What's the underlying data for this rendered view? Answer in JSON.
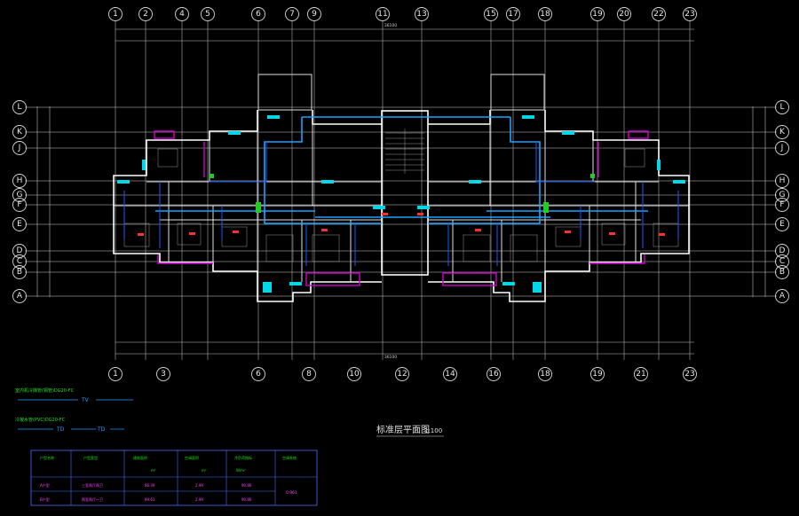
{
  "drawing": {
    "title": "标准层平面图",
    "scale": "1:100",
    "top_axes": [
      "1",
      "2",
      "4",
      "5",
      "6",
      "7",
      "9",
      "11",
      "13",
      "15",
      "17",
      "18",
      "19",
      "20",
      "22",
      "23"
    ],
    "bottom_axes": [
      "1",
      "3",
      "6",
      "8",
      "10",
      "12",
      "14",
      "16",
      "18",
      "19",
      "21",
      "23"
    ],
    "row_axes": [
      "L",
      "K",
      "J",
      "H",
      "G",
      "F",
      "E",
      "D",
      "C",
      "B",
      "A"
    ],
    "top_overall_dim": "36100",
    "bottom_overall_dim": "36100",
    "colors": {
      "background": "#000000",
      "duct": "#1aa3ff",
      "equipment": "#00d8e8",
      "partition": "#d000d0",
      "valve": "#22cc22",
      "label": "#ff3030"
    }
  },
  "legend": {
    "items": [
      {
        "label": "室内机冷媒管(铜管)DG20-FC",
        "line_tag": "TV",
        "color": "#22e022"
      },
      {
        "label": "冷凝水管(PVC)DG20-FC",
        "line_tag": "TD",
        "color": "#22e022"
      }
    ]
  },
  "table": {
    "headers": [
      "户型名称",
      "户型类型",
      "建筑面积",
      "空调面积",
      "冷负荷指标",
      "空调系统"
    ],
    "unit_row": [
      "",
      "",
      "m²",
      "m²",
      "W/m²",
      ""
    ],
    "rows": [
      [
        "A户型",
        "三室两厅两卫",
        "86.39",
        "2.99",
        "90.86",
        ""
      ],
      [
        "B户型",
        "两室两厅一卫",
        "89.61",
        "2.99",
        "90.86",
        ""
      ]
    ],
    "merged_value": "0.961"
  }
}
